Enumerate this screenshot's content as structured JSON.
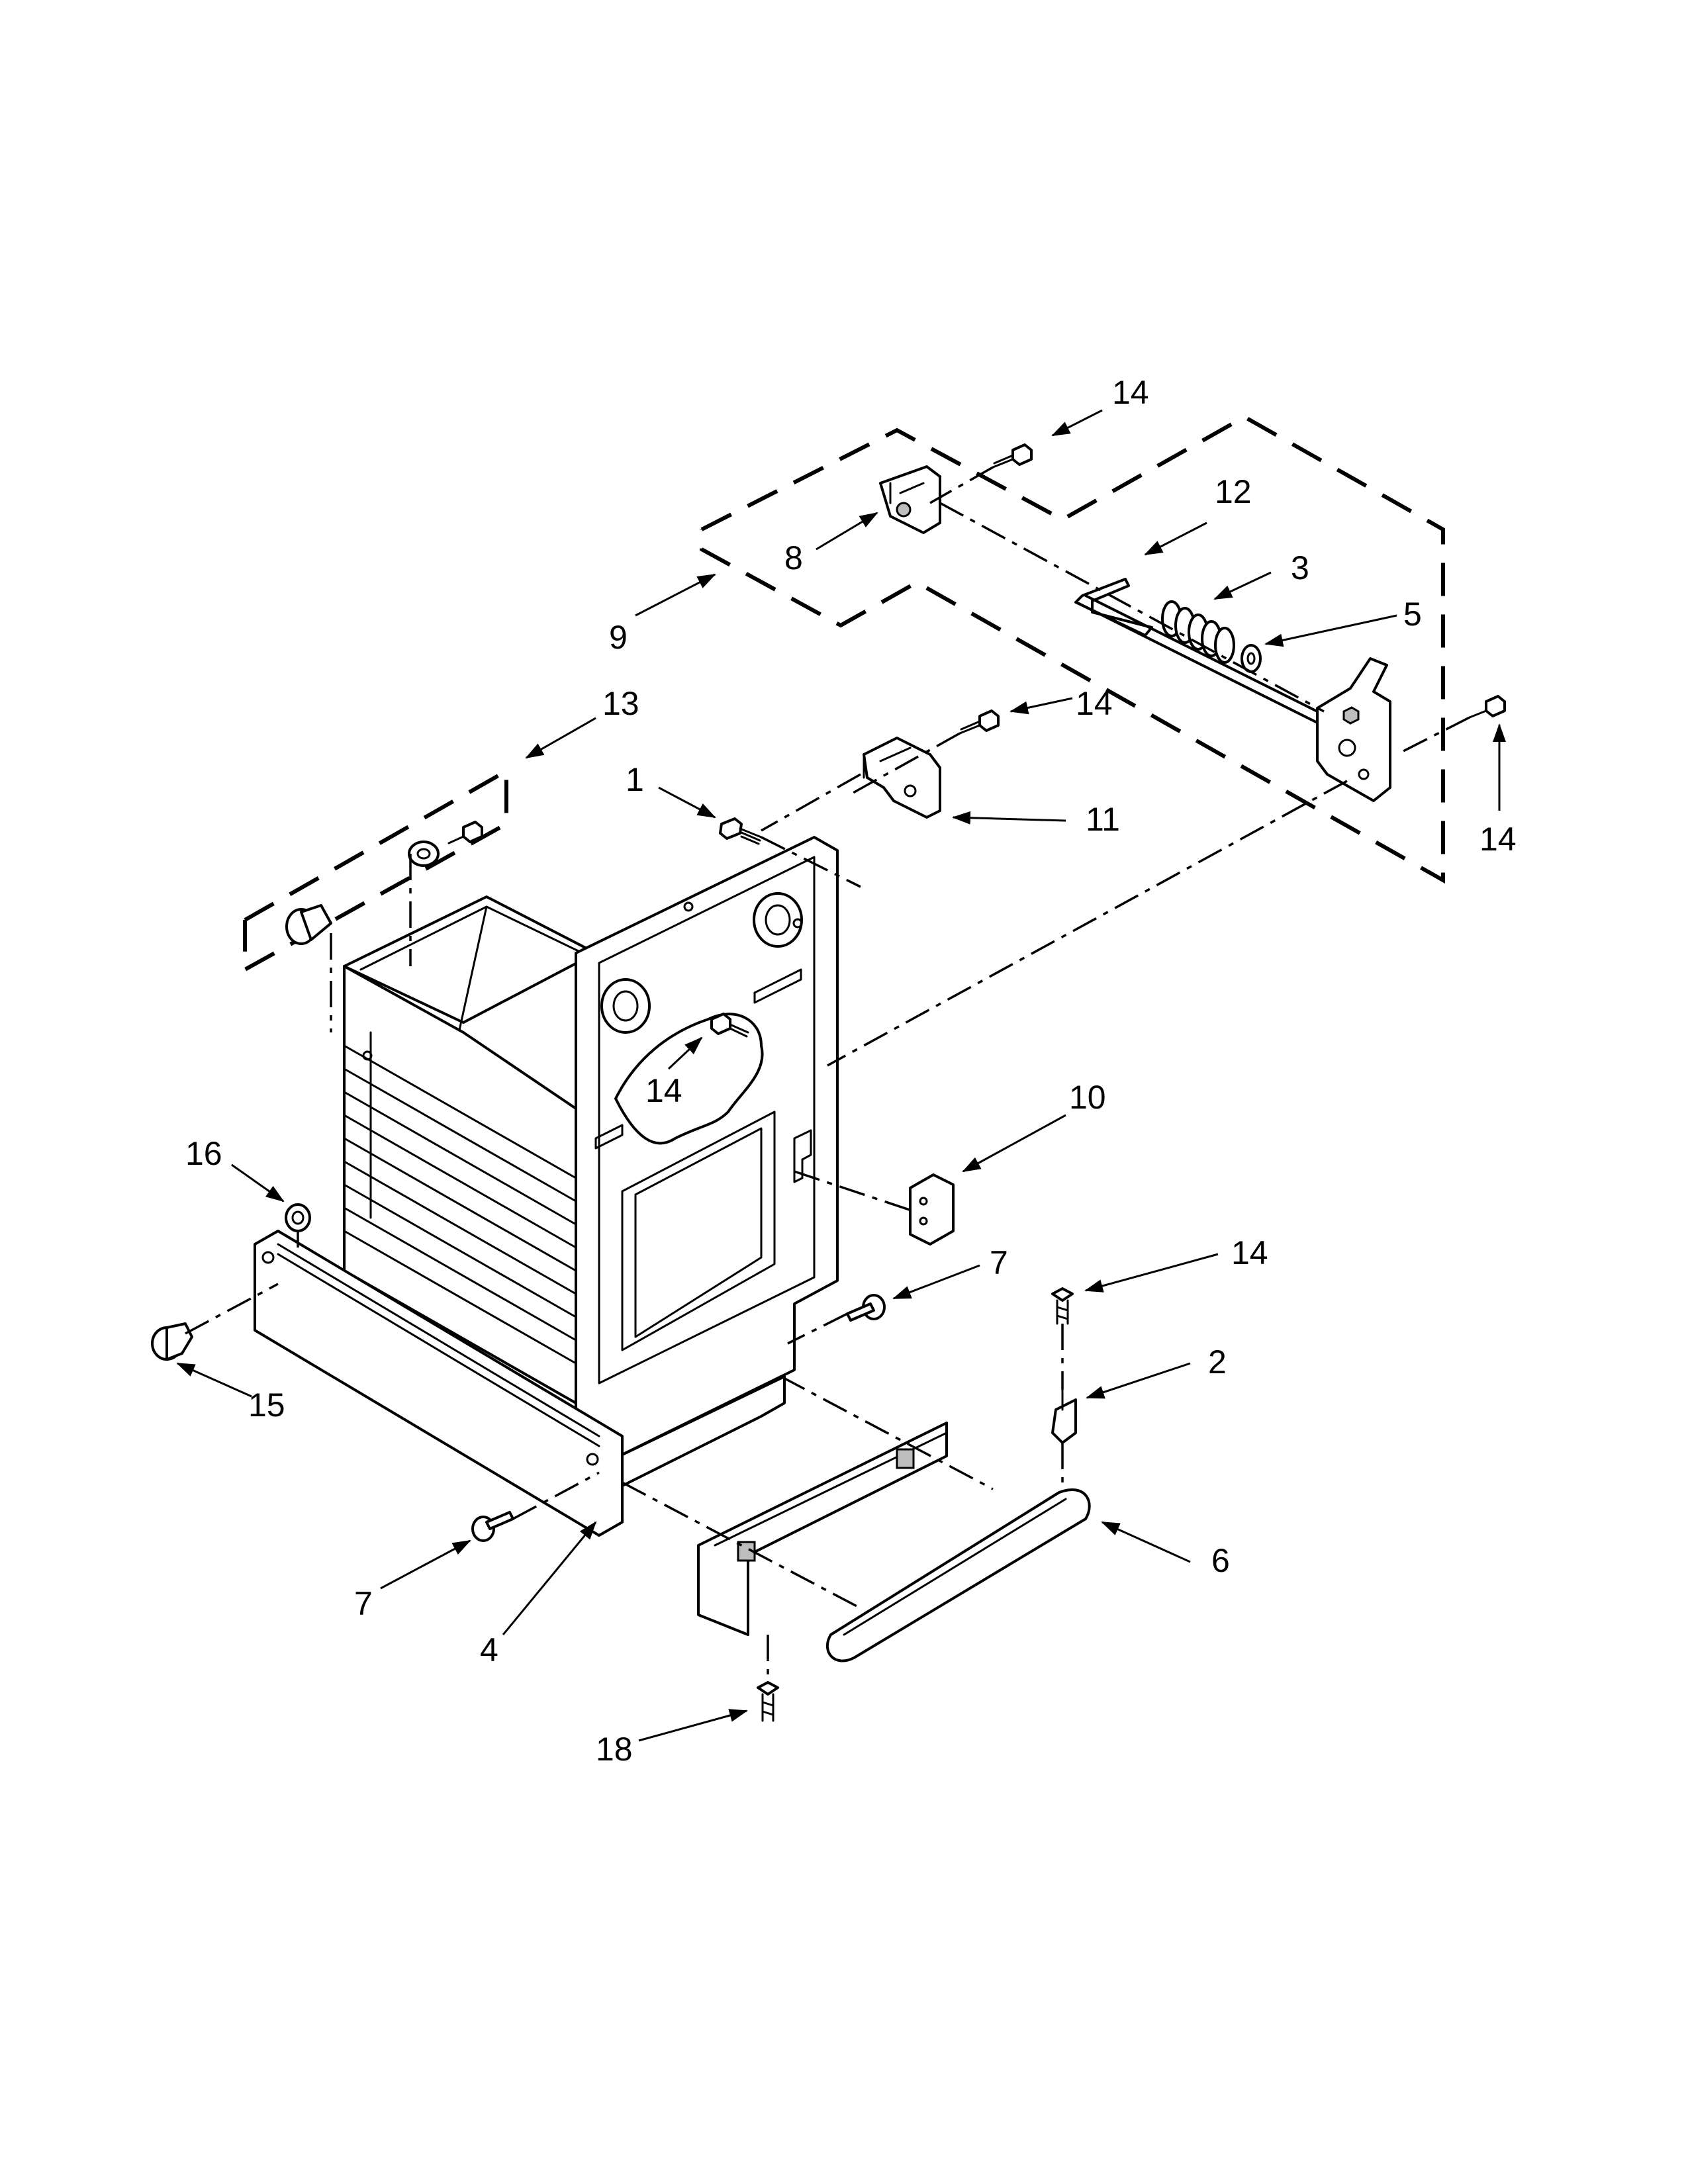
{
  "callouts": {
    "c1": "1",
    "c2": "2",
    "c3": "3",
    "c4": "4",
    "c5": "5",
    "c6": "6",
    "c7a": "7",
    "c7b": "7",
    "c8": "8",
    "c9": "9",
    "c10": "10",
    "c11": "11",
    "c12": "12",
    "c13": "13",
    "c14a": "14",
    "c14b": "14",
    "c14c": "14",
    "c14d": "14",
    "c14e": "14",
    "c15": "15",
    "c16": "16",
    "c18": "18"
  }
}
